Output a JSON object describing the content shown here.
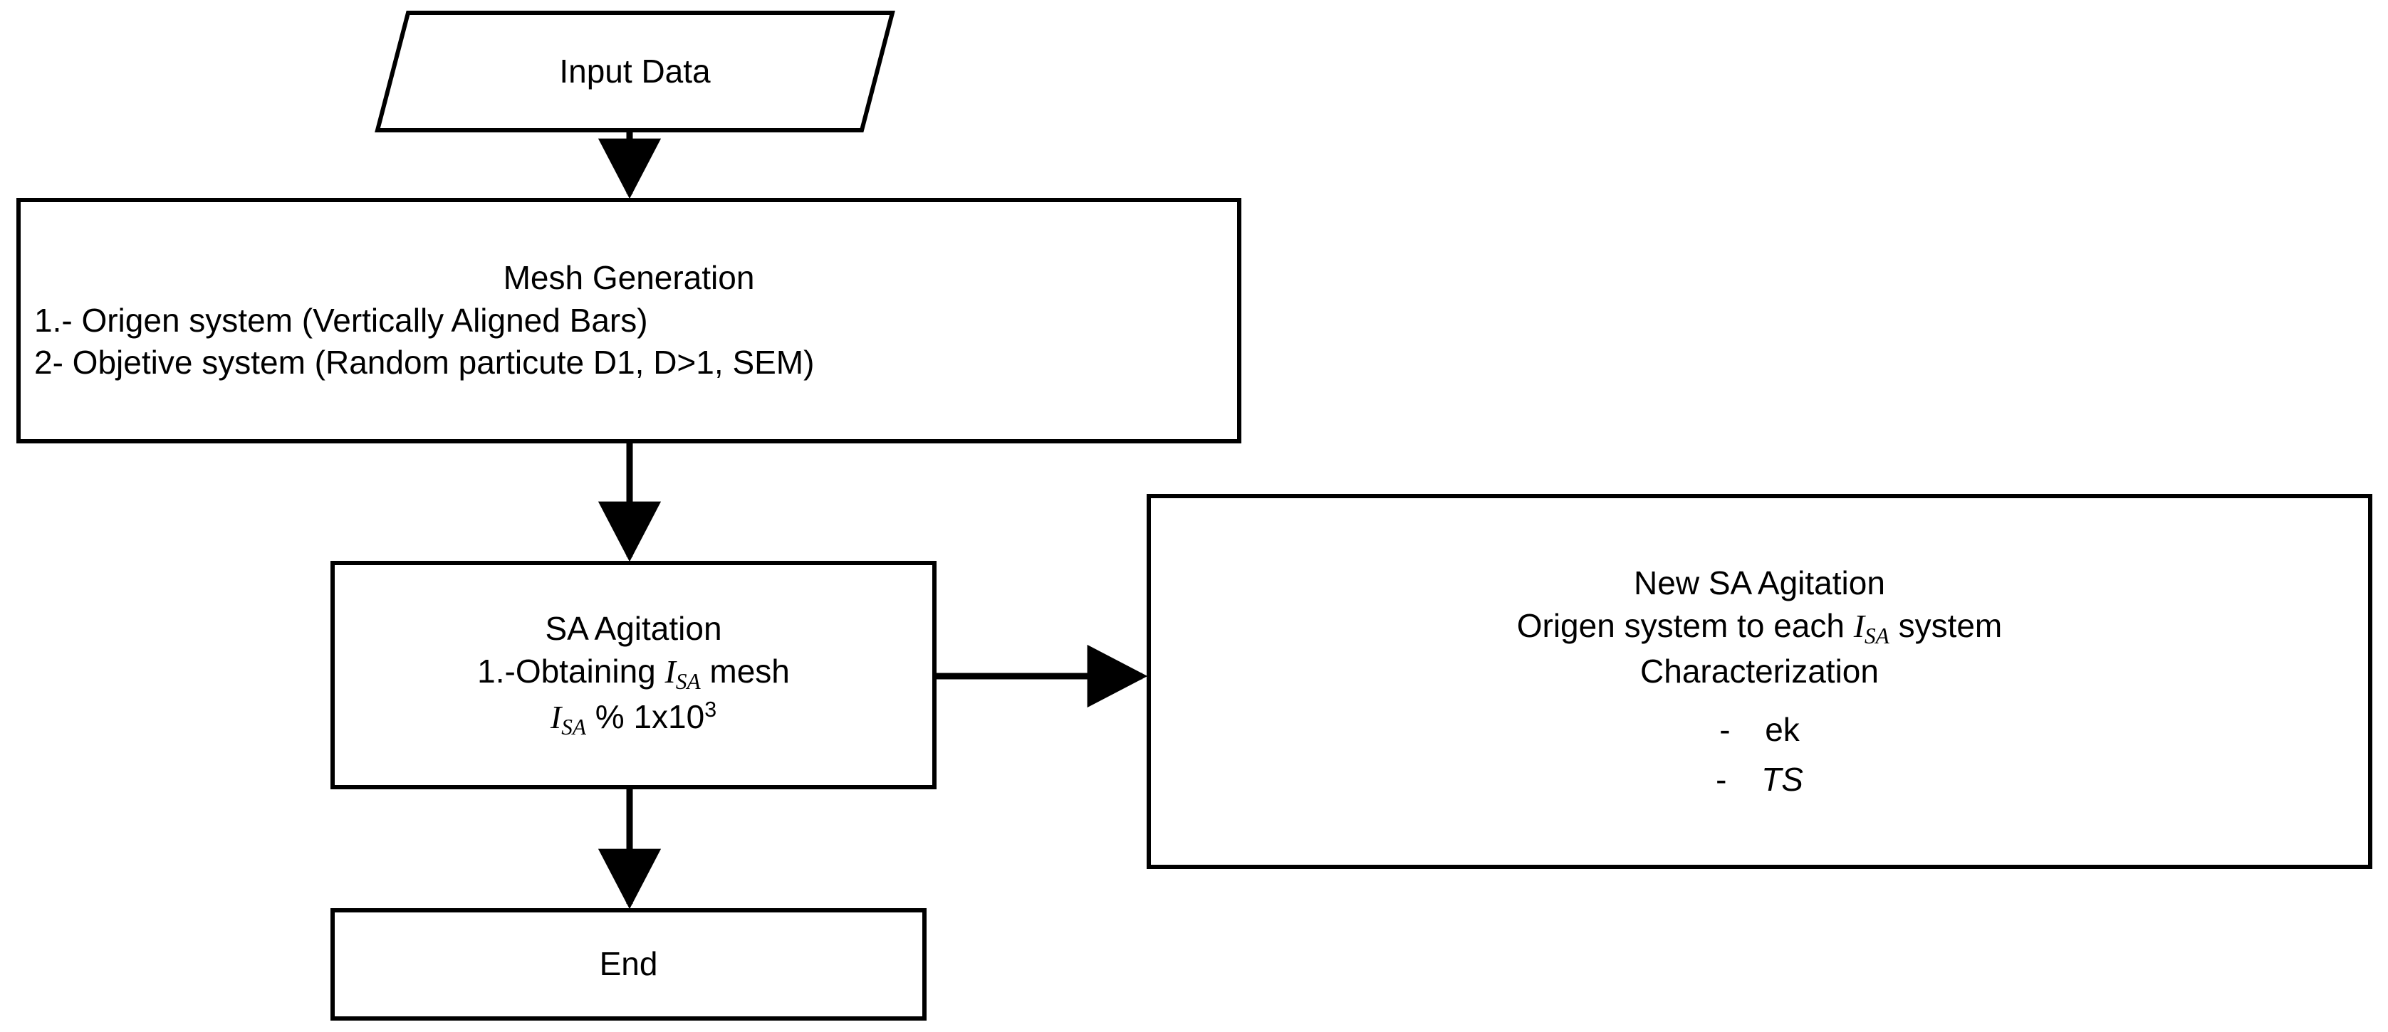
{
  "diagram": {
    "type": "flowchart",
    "title": "SA Agitation mesh generation flowchart",
    "background": "#ffffff",
    "stroke_color": "#000000",
    "text_color": "#000000",
    "nodes": [
      {
        "id": "input-data",
        "shape": "parallelogram",
        "label": "Input Data",
        "lines": [
          "Input Data"
        ]
      },
      {
        "id": "mesh-generation",
        "shape": "rectangle",
        "label": "Mesh Generation",
        "lines": [
          "Mesh Generation",
          "1.- Origen system (Vertically Aligned Bars)",
          "2- Objetive system (Random particute D1, D>1, SEM)"
        ]
      },
      {
        "id": "sa-agitation",
        "shape": "rectangle",
        "label": "SA Agitation",
        "lines": [
          "SA Agitation",
          "1.-Obtaining I_SA mesh",
          "I_SA % 1x10^3"
        ],
        "symbol": "I",
        "subscript": "SA",
        "percent": "%",
        "factor": "1x10",
        "exponent": "3",
        "line2_prefix": "1.-Obtaining",
        "line2_suffix": "mesh"
      },
      {
        "id": "new-sa-agitation",
        "shape": "rectangle",
        "label": "New SA Agitation",
        "lines": [
          "New SA Agitation",
          "Origen system to each I_SA system",
          "Characterization"
        ],
        "line2_prefix": "Origen system to each",
        "line2_suffix": "system",
        "symbol": "I",
        "subscript": "SA",
        "bullets": [
          {
            "dash": "-",
            "text": "ek",
            "italic": false
          },
          {
            "dash": "-",
            "text": "TS",
            "italic": true
          }
        ]
      },
      {
        "id": "end",
        "shape": "rectangle",
        "label": "End",
        "lines": [
          "End"
        ]
      }
    ],
    "edges": [
      {
        "from": "input-data",
        "to": "mesh-generation",
        "direction": "down",
        "arrowhead": true
      },
      {
        "from": "mesh-generation",
        "to": "sa-agitation",
        "direction": "down",
        "arrowhead": true
      },
      {
        "from": "sa-agitation",
        "to": "new-sa-agitation",
        "direction": "right",
        "arrowhead": true
      },
      {
        "from": "sa-agitation",
        "to": "end",
        "direction": "down",
        "arrowhead": true
      }
    ]
  }
}
